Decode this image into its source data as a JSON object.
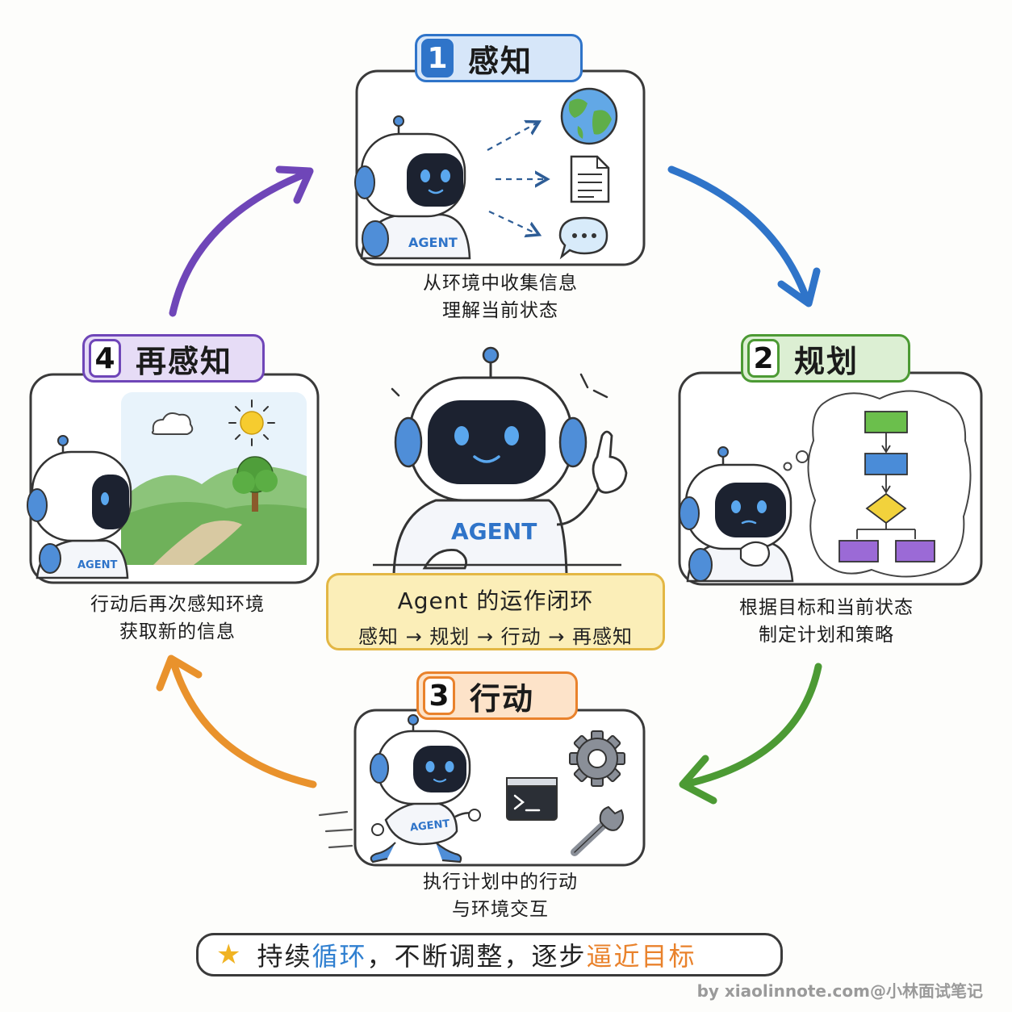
{
  "colors": {
    "perceive": "#2f74c9",
    "perceive_tab_bg": "#d6e6f9",
    "plan": "#4c9a34",
    "plan_tab_bg": "#dcefd3",
    "act": "#e9822c",
    "act_tab_bg": "#fde3c9",
    "reperceive": "#6f46b8",
    "reperceive_tab_bg": "#e6dcf6",
    "center_card_bg": "#fbeeb8",
    "robot_accent": "#4f8ed8"
  },
  "steps": [
    {
      "number": "1",
      "title": "感知",
      "caption_lines": [
        "从环境中收集信息",
        "理解当前状态"
      ],
      "icons": [
        "globe-icon",
        "document-icon",
        "chat-bubble-icon"
      ]
    },
    {
      "number": "2",
      "title": "规划",
      "caption_lines": [
        "根据目标和当前状态",
        "制定计划和策略"
      ],
      "icons": [
        "flowchart-icon",
        "thought-bubble-icon"
      ]
    },
    {
      "number": "3",
      "title": "行动",
      "caption_lines": [
        "执行计划中的行动",
        "与环境交互"
      ],
      "icons": [
        "gear-icon",
        "terminal-icon",
        "wrench-icon"
      ]
    },
    {
      "number": "4",
      "title": "再感知",
      "caption_lines": [
        "行动后再次感知环境",
        "获取新的信息"
      ],
      "icons": [
        "sun-icon",
        "cloud-icon",
        "tree-icon"
      ]
    }
  ],
  "robot": {
    "shirt_label": "AGENT"
  },
  "center": {
    "title": "Agent 的运作闭环",
    "flow": "感知 → 规划 → 行动 → 再感知"
  },
  "slogan": {
    "star": "★",
    "parts": [
      "持续",
      "循环",
      "，不断调整，逐步",
      "逼近目标"
    ]
  },
  "watermark": "by xiaolinnote.com@小林面试笔记"
}
